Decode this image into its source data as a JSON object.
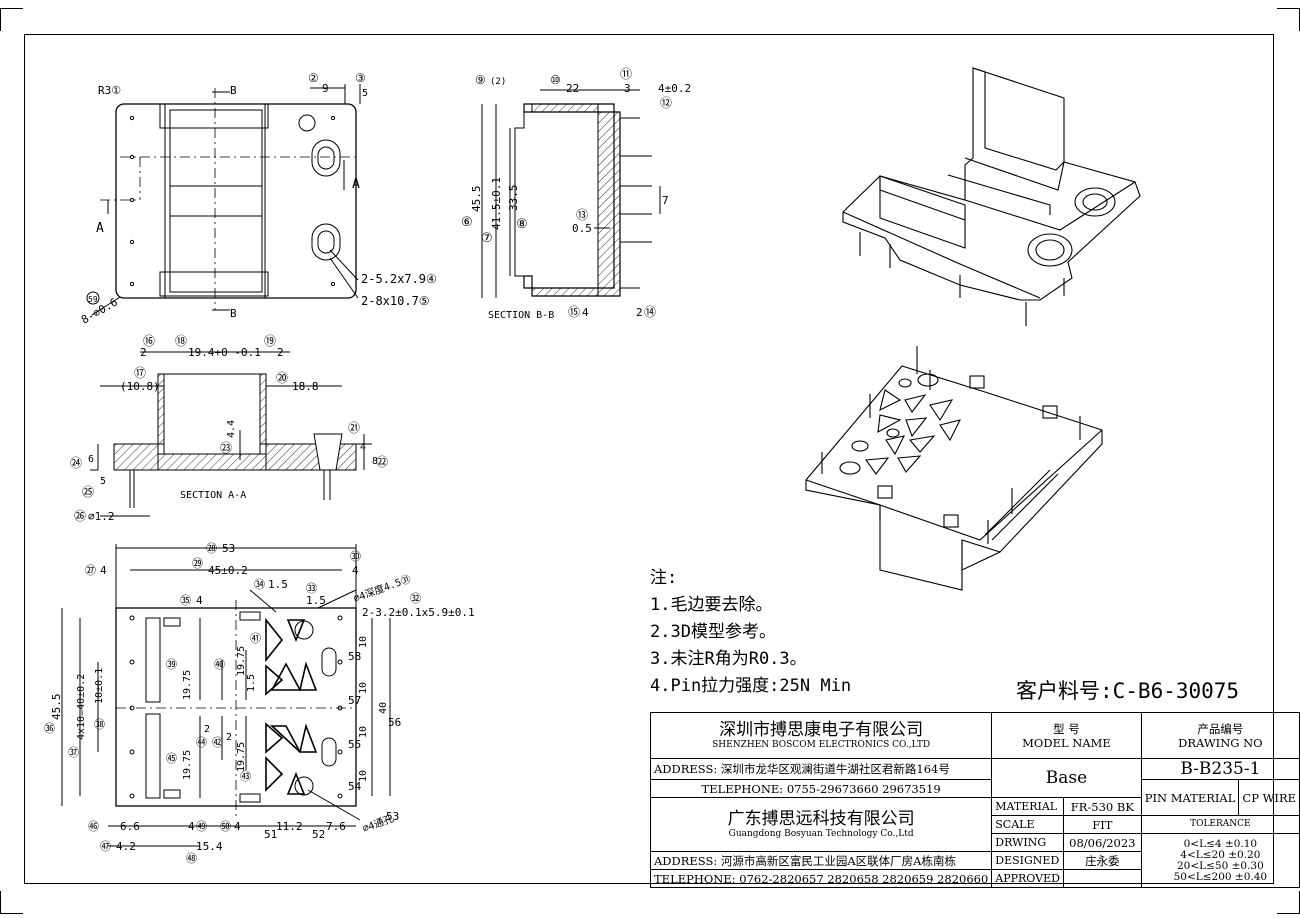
{
  "notes": {
    "heading": "注:",
    "items": [
      "1.毛边要去除。",
      "2.3D模型参考。",
      "3.未注R角为R0.3。",
      "4.Pin拉力强度:25N Min"
    ]
  },
  "customer_part": "客户料号:C-B6-30075",
  "title_block": {
    "company1_cn": "深圳市搏思康电子有限公司",
    "company1_en": "SHENZHEN BOSCOM ELECTRONICS CO.,LTD",
    "address1": "ADDRESS: 深圳市龙华区观澜街道牛湖社区君新路164号",
    "telephone1": "TELEPHONE: 0755-29673660 29673519",
    "company2_cn": "广东搏思远科技有限公司",
    "company2_en": "Guangdong Bosyuan Technology Co.,Ltd",
    "address2": "ADDRESS: 河源市高新区富民工业园A区联体厂房A栋南栋",
    "telephone2": "TELEPHONE: 0762-2820657 2820658 2820659 2820660",
    "model_label_cn": "型  号",
    "model_label_en": "MODEL NAME",
    "model_value": "Base",
    "drawing_label_cn": "产品编号",
    "drawing_label_en": "DRAWING NO",
    "drawing_value": "B-B235-1",
    "material_label": "MATERIAL",
    "material_value": "FR-530 BK",
    "pin_material_label": "PIN MATERIAL",
    "pin_material_value": "CP WIRE",
    "scale_label": "SCALE",
    "scale_value": "FIT",
    "tolerance_label": "TOLERANCE",
    "drwing_label": "DRWING",
    "drwing_value": "08/06/2023",
    "designed_label": "DESIGNED",
    "designed_value": "庄永委",
    "approved_label": "APPROVED",
    "approved_value": "",
    "tolerances": [
      "0<L≤4   ±0.10",
      "4<L≤20  ±0.20",
      "20<L≤50  ±0.30",
      "50<L≤200 ±0.40"
    ]
  },
  "top_view": {
    "b_marker": "B",
    "a_marker": "A",
    "callouts": [
      "R3①",
      "②",
      "③",
      "9",
      "5"
    ],
    "hole1": "2-5.2x7.9④",
    "hole2": "2-8x10.7⑤",
    "corner": "8-⊘0.6",
    "corner_num": "59"
  },
  "section_bb": {
    "label": "SECTION B-B",
    "dims": [
      "22",
      "3",
      "4±0.2",
      "45.5",
      "41.5±0.1",
      "33.5",
      "7",
      "0.5",
      "4",
      "2"
    ],
    "callouts": [
      "⑨",
      "(2)",
      "⑩",
      "⑪",
      "⑫",
      "⑥",
      "⑦",
      "⑧",
      "⑬",
      "⑮",
      "⑭"
    ]
  },
  "section_aa": {
    "label": "SECTION A-A",
    "dims": [
      "2",
      "19.4+0 -0.1",
      "2",
      "(10.8)",
      "18.8",
      "4.4",
      "6",
      "5",
      "4",
      "8",
      "⌀1.2"
    ],
    "callouts": [
      "⑯",
      "⑱",
      "⑲",
      "⑰",
      "⑳",
      "㉑",
      "㉓",
      "㉔",
      "㉒",
      "㉕",
      "㉖"
    ]
  },
  "bottom_view": {
    "dims": [
      "53",
      "4",
      "45±0.2",
      "4",
      "1.5",
      "1.5",
      "4",
      "45.5",
      "4x10=40±0.2",
      "10±0.1",
      "19.75",
      "19.75",
      "19.75",
      "19.75",
      "2",
      "2",
      "1.5",
      "10",
      "10",
      "10",
      "10",
      "40",
      "6.6",
      "4",
      "4",
      "11.2",
      "7.6",
      "4.2",
      "15.4"
    ],
    "hole_note1": "⌀4深度4.5㉛",
    "hole_note2": "2-3.2±0.1x5.9±0.1",
    "hole_note3": "⌀4通孔",
    "callouts": [
      "㉘",
      "㉗",
      "㉙",
      "㉚",
      "㉜",
      "㉞",
      "㉝",
      "㉟",
      "㊱",
      "㊲",
      "㊳",
      "㊴",
      "㊵",
      "㊶",
      "㊷",
      "㊸",
      "㊹",
      "㊺",
      "㊻",
      "㊼",
      "㊽",
      "㊾",
      "㊿",
      "51",
      "52",
      "53",
      "54",
      "55",
      "56",
      "57",
      "58"
    ]
  }
}
